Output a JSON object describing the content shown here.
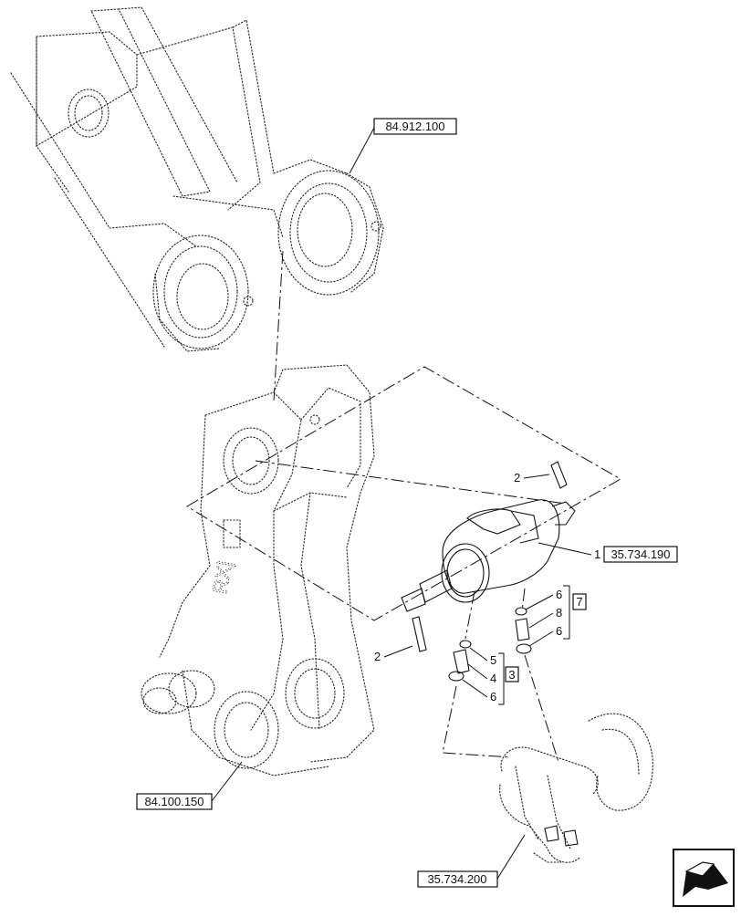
{
  "references": {
    "boom_ref": "84.912.100",
    "arm_ref": "84.100.150",
    "cylinder_ref": "35.734.190",
    "hose_ref": "35.734.200",
    "kit_a": "3",
    "kit_b": "7"
  },
  "item_numbers": {
    "cylinder": "1",
    "pin_top": "2",
    "pin_bottom": "2",
    "fitting_a_ring": "5",
    "fitting_a": "4",
    "fitting_a_seal": "6",
    "fitting_b_seal_top": "6",
    "fitting_b": "8",
    "fitting_b_seal_bottom": "6"
  },
  "nav": {
    "icon": "next-page-arrow-icon"
  }
}
